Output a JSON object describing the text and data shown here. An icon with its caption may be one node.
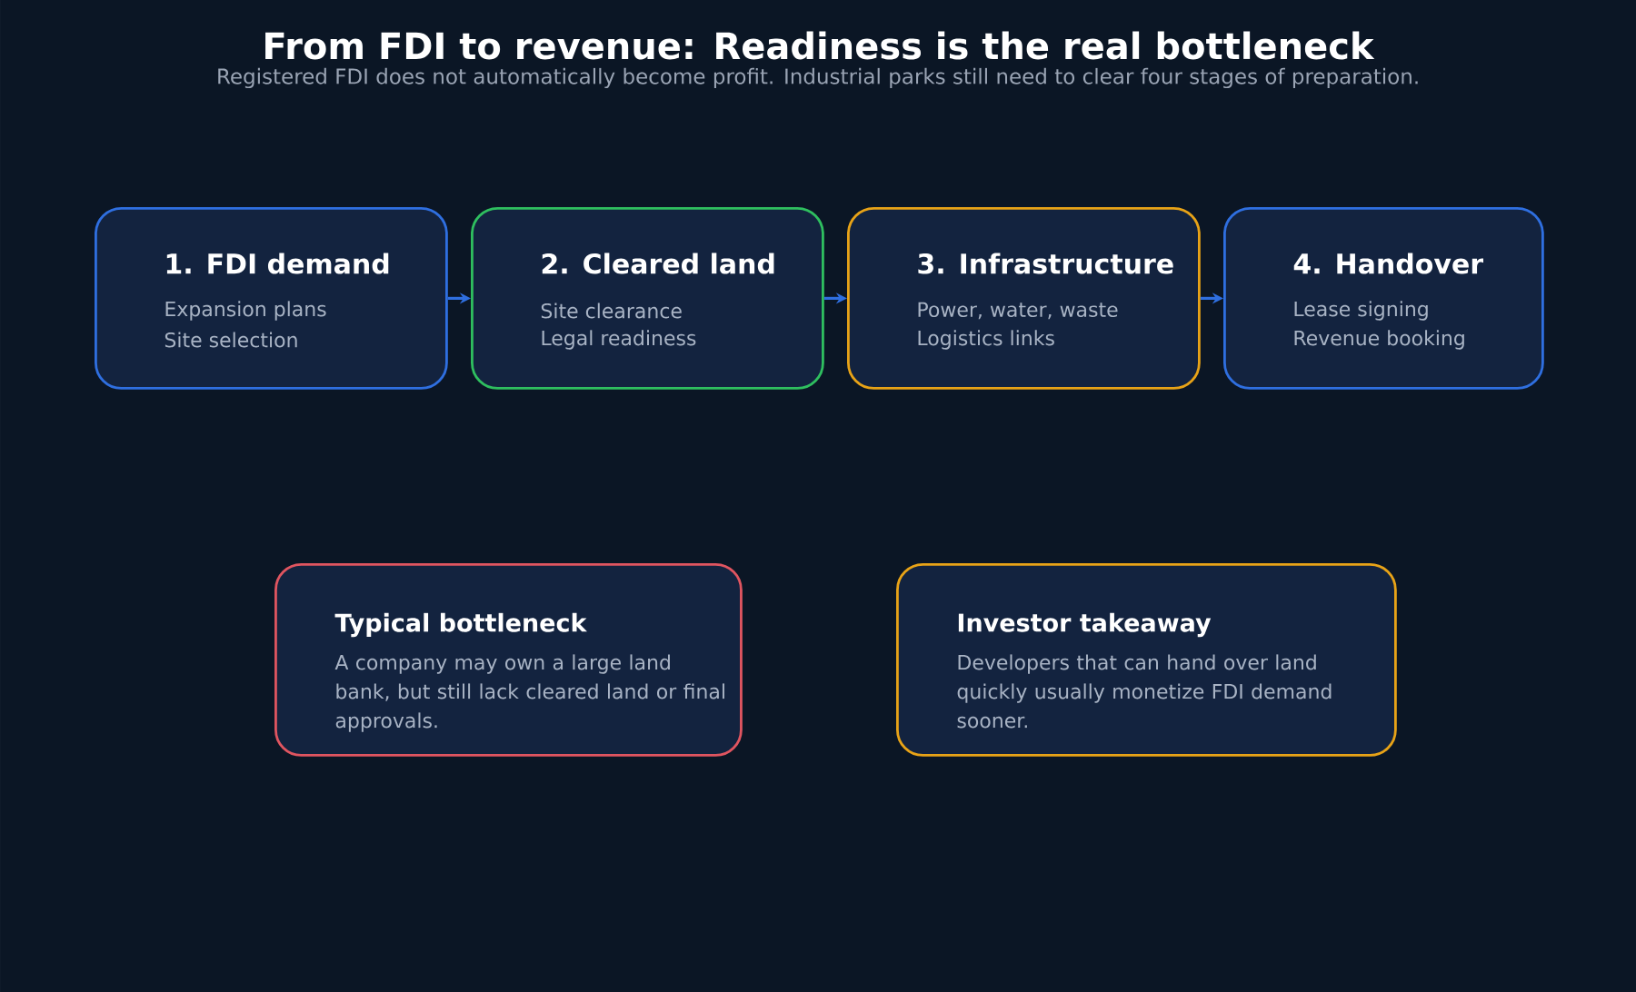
{
  "diagram": {
    "title": "From FDI to revenue: Readiness is the real bottleneck",
    "caption": "Registered FDI does not automatically become profit. Industrial parks still need to clear four stages of preparation.",
    "nodes": [
      {
        "text": [
          "1. FDI demand",
          "Expansion plans",
          "Site selection"
        ]
      },
      {
        "text": [
          "2. Cleared land",
          "Site clearance",
          "Legal readiness"
        ]
      },
      {
        "text": [
          "3. Infrastructure",
          "Power, water, waste",
          "Logistics links"
        ]
      },
      {
        "text": [
          "4. Handover",
          "Lease signing",
          "Revenue booking"
        ]
      },
      {
        "text": [
          "Typical bottleneck",
          "A company may own a large land bank, but still lack cleared land or final approvals."
        ]
      },
      {
        "text": [
          "Investor takeaway",
          "Developers that can hand over land quickly usually monetize FDI demand sooner."
        ]
      }
    ],
    "edges": [
      {
        "from": 0,
        "to": 1,
        "arrow": "to"
      },
      {
        "from": 1,
        "to": 2,
        "arrow": "to"
      },
      {
        "from": 2,
        "to": 3,
        "arrow": "to"
      }
    ]
  }
}
